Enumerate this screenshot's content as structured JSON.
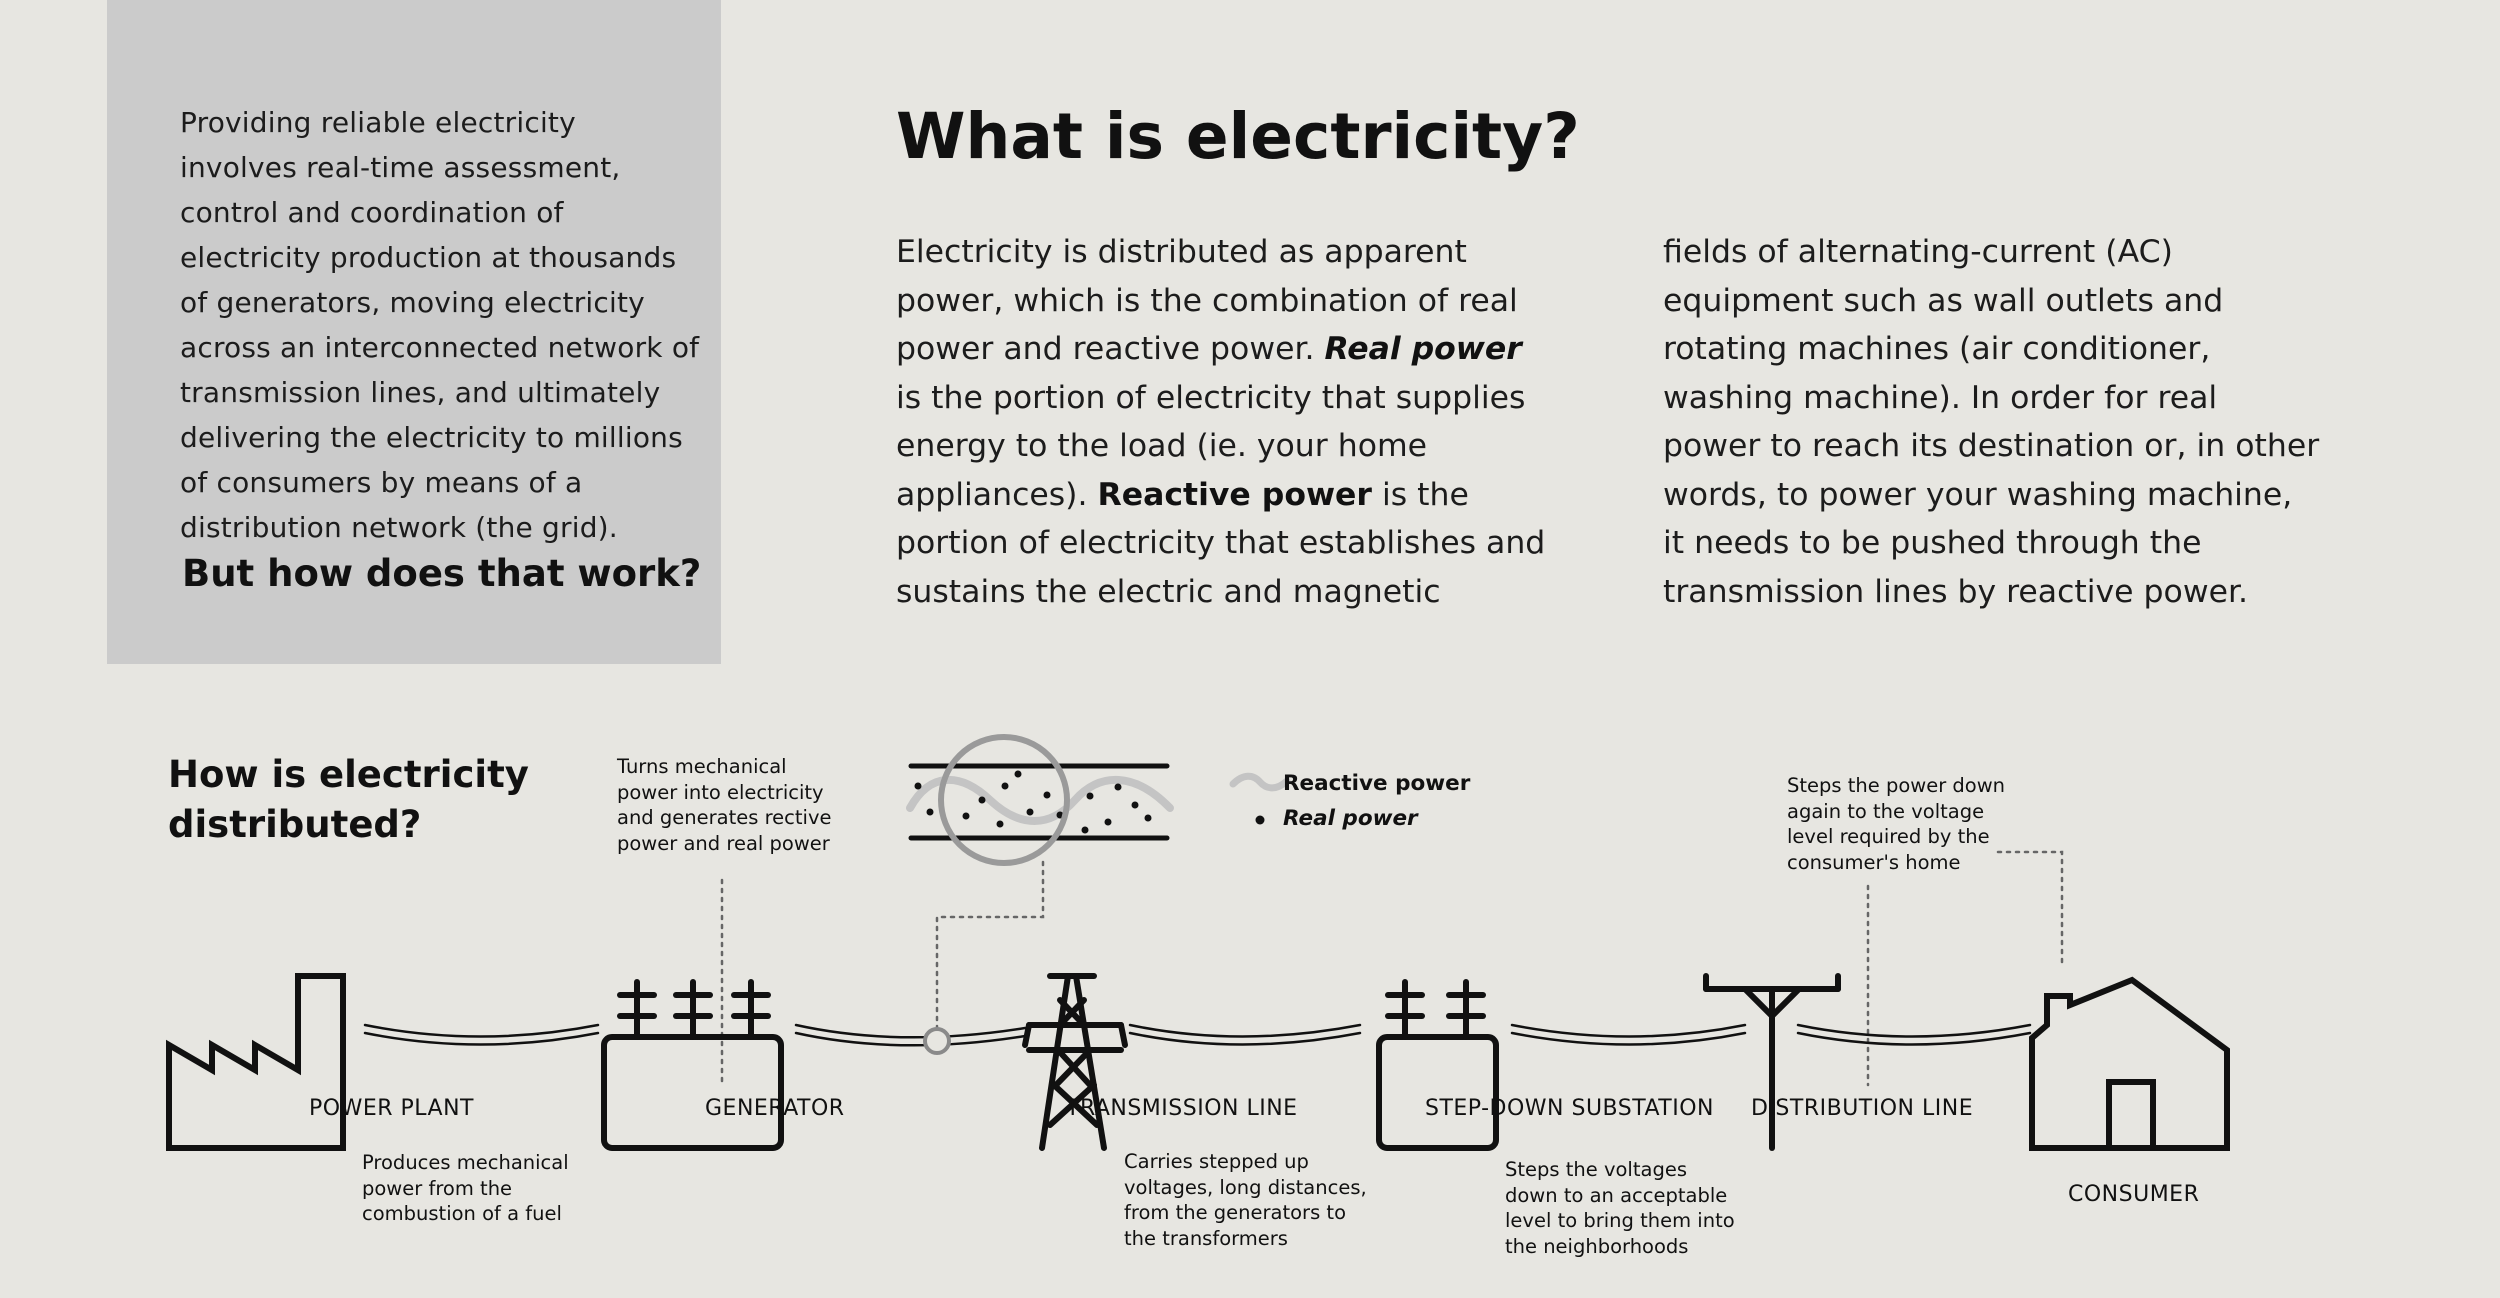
{
  "intro": {
    "text": "Providing reliable electricity involves real-time assessment, control and coordination of electricity production at thousands of generators, moving electricity across an interconnected network of transmission lines, and ultimately delivering the electricity to millions of consumers by means of a distribution network (the grid).",
    "question": "But how does that work?"
  },
  "main": {
    "title": "What is electricity?",
    "col1_a": "Electricity is distributed as apparent power, which is the combination of real power and reactive power. ",
    "col1_term1": "Real power",
    "col1_b": " is the portion of electricity that supplies energy to the load (ie. your home appliances). ",
    "col1_term2": "Reactive power",
    "col1_c": " is the portion of electricity that establishes and sustains the electric and magnetic",
    "col2": "fields of alternating-current (AC) equipment such as wall outlets and rotating machines (air conditioner, washing machine). In order for real power to reach its destination or, in other words, to power your washing machine, it needs to be pushed through the transmission lines by reactive power."
  },
  "diagram": {
    "title": "How is electricity distributed?",
    "legend": {
      "reactive": "Reactive power",
      "real": "Real power"
    },
    "stages": {
      "power_plant": "POWER PLANT",
      "generator": "GENERATOR",
      "transmission_line": "TRANSMISSION LINE",
      "substation": "STEP-DOWN SUBSTATION",
      "distribution_line": "DISTRIBUTION LINE",
      "consumer": "CONSUMER"
    },
    "notes": {
      "generator": "Turns mechanical power into electricity and generates rective power and real power",
      "power_plant": "Produces mechanical power from the combustion of a fuel",
      "transmission_line": "Carries stepped up voltages, long distances, from the generators to the transformers",
      "substation": "Steps the voltages down to an acceptable level to bring them into the neighborhoods",
      "distribution_line": "Steps the power down again to the voltage level required by the consumer's home"
    }
  },
  "colors": {
    "background": "#e7e6e1",
    "panel": "#cbcbcb",
    "ink": "#111111",
    "magnifier": "#9a9a9a"
  }
}
